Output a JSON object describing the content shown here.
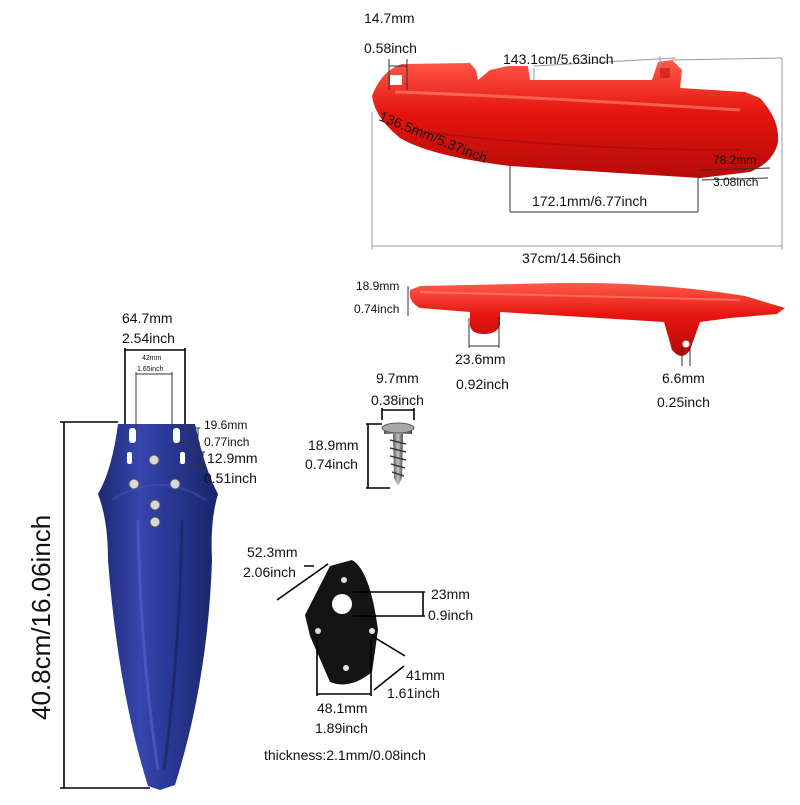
{
  "colors": {
    "side_panel": "#e5140e",
    "side_rail": "#e3110b",
    "front_fender": "#2b3a9a",
    "plate": "#141414",
    "screw": "#8c8c8c"
  },
  "side_panel": {
    "top_thickness_mm": "14.7mm",
    "top_thickness_in": "0.58inch",
    "top_length": "143.1cm/5.63inch",
    "diagonal": "136.5mm/5.37inch",
    "height_mm": "78.2mm",
    "height_in": "3.08inch",
    "bottom_length": "172.1mm/6.77inch",
    "total_length": "37cm/14.56inch"
  },
  "side_rail": {
    "thickness_mm": "18.9mm",
    "thickness_in": "0.74inch",
    "tab_mm": "23.6mm",
    "tab_in": "0.92inch",
    "hole_mm": "6.6mm",
    "hole_in": "0.25inch"
  },
  "screw": {
    "head_mm": "9.7mm",
    "head_in": "0.38inch",
    "length_mm": "18.9mm",
    "length_in": "0.74inch"
  },
  "front_fender": {
    "width_mm": "64.7mm",
    "width_in": "2.54inch",
    "hole_span_mm": "42mm",
    "hole_span_in": "1.65inch",
    "slot_mm": "19.6mm",
    "slot_in": "0.77inch",
    "slot2_mm": "12.9mm",
    "slot2_in": "0.51inch",
    "length": "40.8cm/16.06inch"
  },
  "plate": {
    "top_mm": "52.3mm",
    "top_in": "2.06inch",
    "hole_mm": "23mm",
    "hole_in": "0.9inch",
    "side_mm": "41mm",
    "side_in": "1.61inch",
    "bottom_mm": "48.1mm",
    "bottom_in": "1.89inch",
    "thickness": "thickness:2.1mm/0.08inch"
  }
}
